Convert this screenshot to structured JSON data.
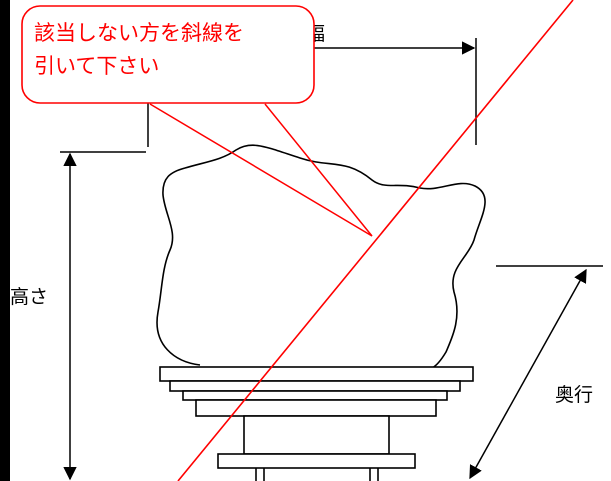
{
  "labels": {
    "width": "幅",
    "height": "高さ",
    "depth": "奥行"
  },
  "callout": {
    "line1": "該当しない方を斜線を",
    "line2": "引いて下さい"
  },
  "colors": {
    "callout": "#ff0000",
    "drawing": "#000000",
    "left_bar": "#000000"
  }
}
